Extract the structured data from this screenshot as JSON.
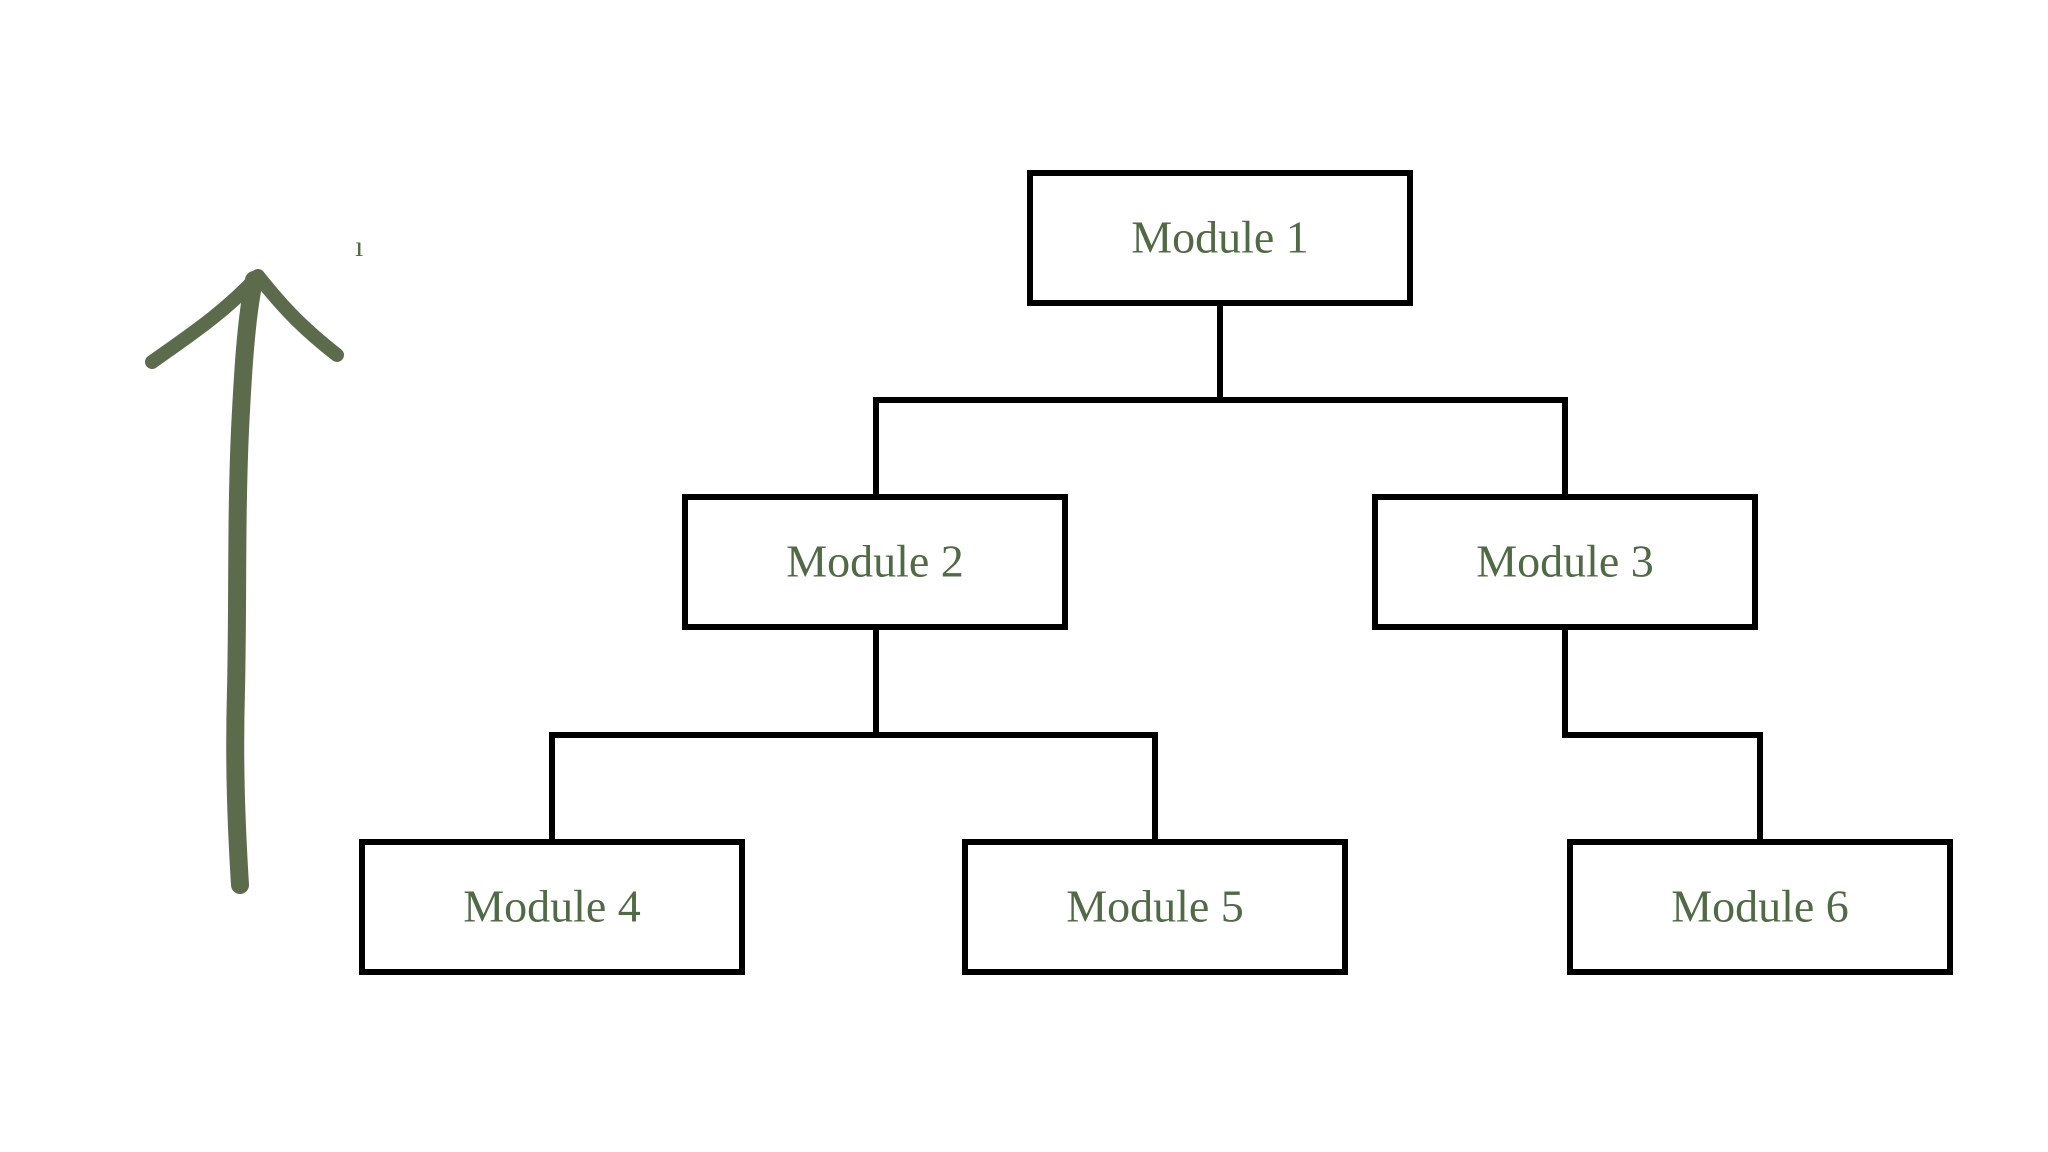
{
  "diagram": {
    "type": "hierarchy",
    "nodes": [
      {
        "id": "m1",
        "label": "Module 1"
      },
      {
        "id": "m2",
        "label": "Module 2"
      },
      {
        "id": "m3",
        "label": "Module 3"
      },
      {
        "id": "m4",
        "label": "Module 4"
      },
      {
        "id": "m5",
        "label": "Module 5"
      },
      {
        "id": "m6",
        "label": "Module 6"
      }
    ],
    "edges": [
      {
        "from": "m1",
        "to": "m2"
      },
      {
        "from": "m1",
        "to": "m3"
      },
      {
        "from": "m2",
        "to": "m4"
      },
      {
        "from": "m2",
        "to": "m5"
      },
      {
        "from": "m3",
        "to": "m6"
      }
    ],
    "stray_mark": "ı",
    "arrow": {
      "direction": "up",
      "icon": "arrow-up-icon"
    }
  },
  "colors": {
    "label_text": "#4f6a45",
    "arrow": "#5b6b4c",
    "box_stroke": "#000000",
    "background": "#ffffff"
  }
}
